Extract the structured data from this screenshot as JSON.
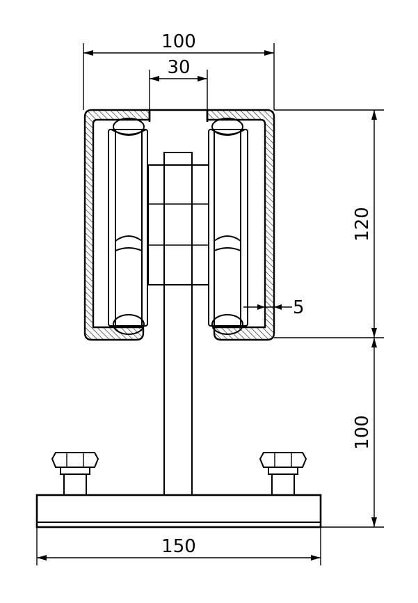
{
  "drawing": {
    "title": "",
    "dimensions": {
      "rail_width": "100",
      "slot_width": "30",
      "rail_height": "120",
      "wall_thickness": "5",
      "stem_height": "100",
      "base_width": "150"
    },
    "colors": {
      "line": "#000000",
      "background": "#ffffff",
      "hatch": "#000000"
    }
  }
}
